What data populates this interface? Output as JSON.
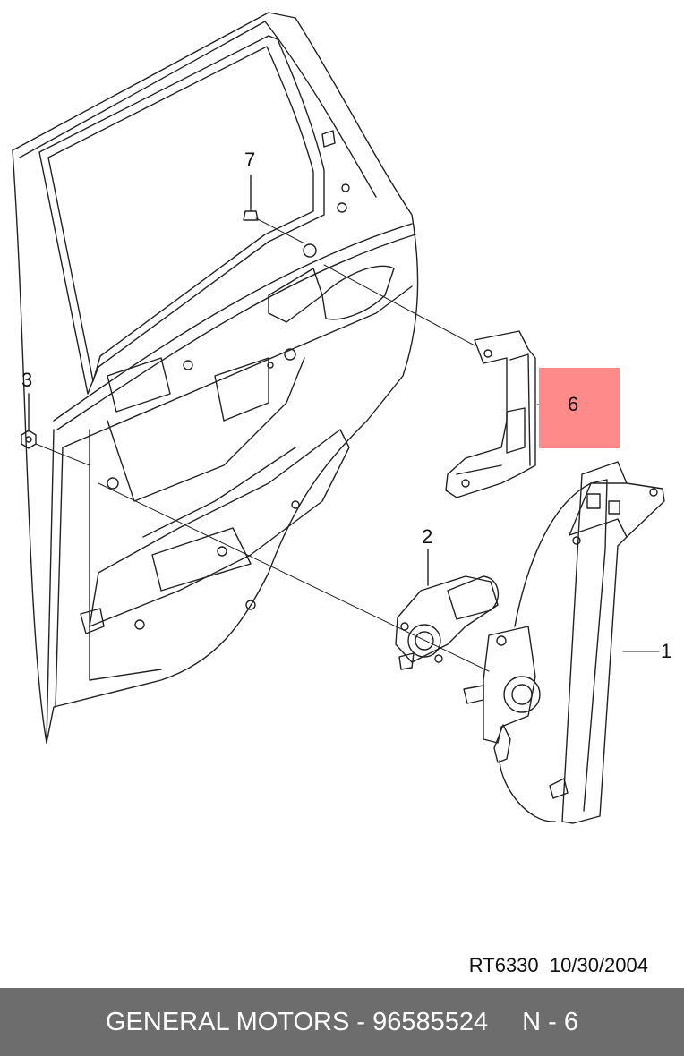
{
  "callouts": {
    "c1": "1",
    "c2": "2",
    "c3": "3",
    "c6": "6",
    "c7": "7"
  },
  "highlight_color": "#ff8a8a",
  "drawing_ref": {
    "code": "RT6330",
    "date": "10/30/2004"
  },
  "footer": {
    "brand_part": "GENERAL MOTORS - 96585524",
    "section": "N - 6"
  }
}
